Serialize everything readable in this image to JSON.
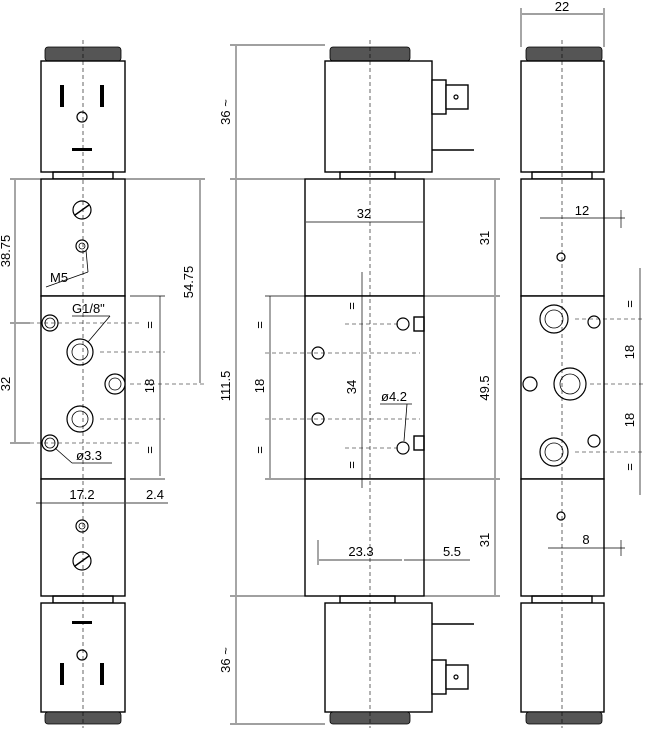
{
  "dimensions": {
    "coil_length_top": "36 ~",
    "coil_length_bottom": "36 ~",
    "width_side": "22",
    "length_38_75": "38.75",
    "length_54_75": "54.75",
    "port_spacing_32_left": "32",
    "total_length": "111.5",
    "body_width_32": "32",
    "end_cap_31_top": "31",
    "end_cap_31_bottom": "31",
    "center_section": "49.5",
    "pitch_18_left": "18",
    "pitch_18_center": "18",
    "pitch_18_right_top": "18",
    "pitch_18_right_bottom": "18",
    "distance_34": "34",
    "width_17_2": "17.2",
    "offset_2_4": "2.4",
    "width_23_3": "23.3",
    "offset_5_5": "5.5",
    "offset_12": "12",
    "offset_8": "8",
    "equal_mark": "="
  },
  "callouts": {
    "m5_thread": "M5",
    "port_thread": "G1/8\"",
    "mount_hole_33": "ø3.3",
    "mount_hole_42": "ø4.2"
  }
}
